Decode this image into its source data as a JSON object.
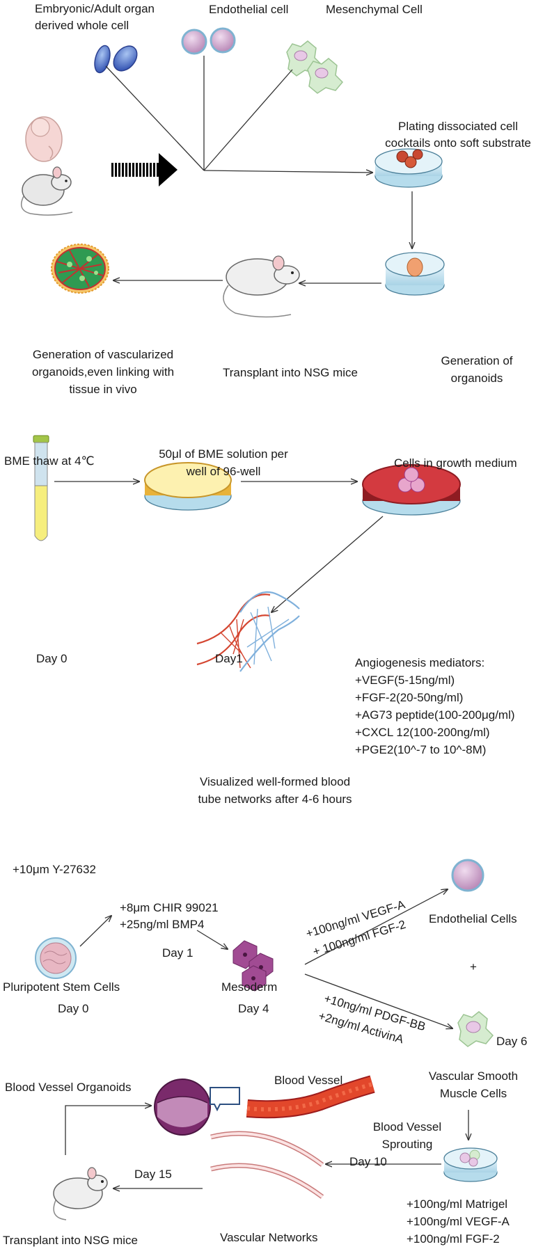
{
  "panel1": {
    "embryonic_line1": "Embryonic/Adult organ",
    "embryonic_line2": "derived whole cell",
    "endothelial": "Endothelial cell",
    "mesenchymal": "Mesenchymal Cell",
    "plating_line1": "Plating dissociated cell",
    "plating_line2": "cocktails onto soft substrate",
    "generation_organoids_line1": "Generation of",
    "generation_organoids_line2": "organoids",
    "transplant": "Transplant into NSG mice",
    "vascularized_line1": "Generation of vascularized",
    "vascularized_line2": "organoids,even linking with",
    "vascularized_line3": "tissue in vivo"
  },
  "panel2": {
    "bme_thaw": "BME thaw at 4℃",
    "bme_solution_line1": "50μl of BME solution per",
    "bme_solution_line2": "well of 96-well",
    "cells_growth": "Cells in  growth medium",
    "day0": "Day 0",
    "day1": "Day1",
    "mediators_title": "Angiogenesis mediators:",
    "mediators": [
      "+VEGF(5-15ng/ml)",
      "+FGF-2(20-50ng/ml)",
      "+AG73 peptide(100-200μg/ml)",
      "+CXCL 12(100-200ng/ml)",
      "+PGE2(10^-7 to 10^-8M)"
    ],
    "visualized_line1": "Visualized  well-formed  blood",
    "visualized_line2": "tube networks after 4-6 hours"
  },
  "panel3": {
    "y27632": "+10μm Y-27632",
    "chir": "+8μm CHIR 99021",
    "bmp4": "+25ng/ml  BMP4",
    "day1": "Day 1",
    "psc": "Pluripotent Stem Cells",
    "day0": "Day 0",
    "mesoderm": "Mesoderm",
    "day4": "Day 4",
    "vegfa": "+100ng/ml  VEGF-A",
    "fgf2": "+ 100ng/ml  FGF-2",
    "endothelial_cells": "Endothelial Cells",
    "plus": "+",
    "pdgf": "+10ng/ml   PDGF-BB",
    "activin": "+2ng/ml     ActivinA",
    "day6": "Day 6",
    "vsmc_line1": "Vascular Smooth",
    "vsmc_line2": "Muscle Cells",
    "bv_organoids": "Blood Vessel Organoids",
    "blood_vessel": "Blood Vessel",
    "sprouting_line1": "Blood Vessel",
    "sprouting_line2": "Sprouting",
    "day10": "Day 10",
    "day15": "Day 15",
    "matrigel": "+100ng/ml Matrigel",
    "vegfa2": "+100ng/ml  VEGF-A",
    "fgf2b": "+100ng/ml  FGF-2",
    "transplant": "Transplant into NSG mice",
    "vascular_networks": "Vascular Networks"
  },
  "colors": {
    "endothelial_fill": "#c9a6c8",
    "mesenchymal_fill": "#c8e3c0",
    "organ_cell_fill": "#5b72c7",
    "dish_fill": "#cfe8f2",
    "organoid_fill": "#f0a070",
    "bme_yellow": "#f6ee7d",
    "red_medium": "#cc2f36",
    "vessel_red": "#e0402a",
    "vessel_blue": "#7fb0dc",
    "mesoderm_purple": "#9c3c8c",
    "psc_pink": "#e8b7c3",
    "arrow": "#333333"
  }
}
